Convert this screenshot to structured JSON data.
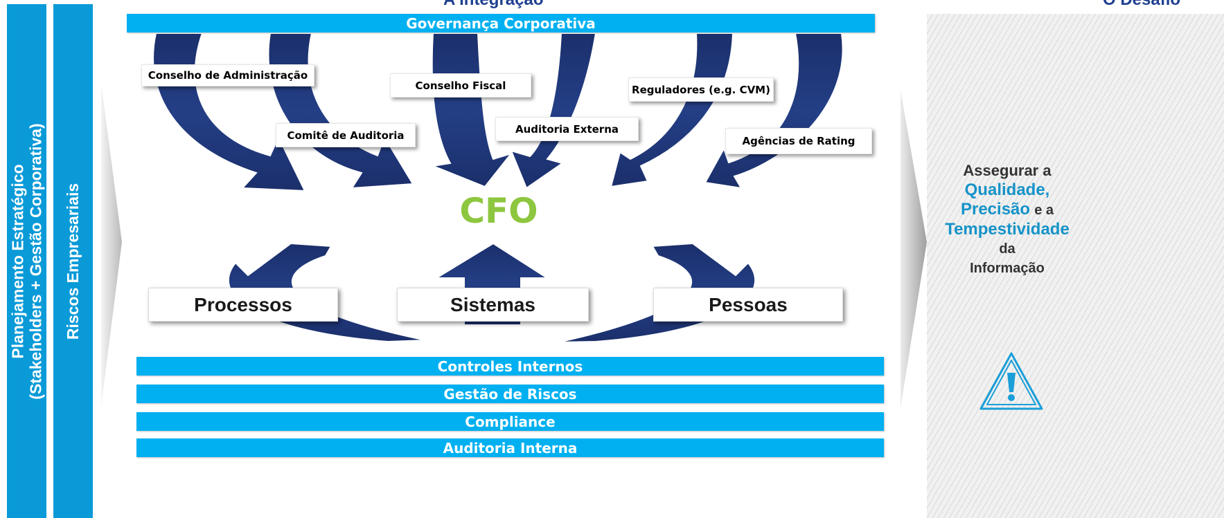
{
  "header": {
    "left_title": "A Integração",
    "right_title": "O Desafio"
  },
  "side_bars": {
    "planejamento": [
      "Planejamento Estratégico",
      "(Stakeholders + Gestão Corporativa)"
    ],
    "riscos": "Riscos Empresariais"
  },
  "top_band": "Governança Corporativa",
  "governance_boxes": [
    "Conselho de Administração",
    "Comitê de Auditoria",
    "Conselho Fiscal",
    "Auditoria Externa",
    "Reguladores (e.g. CVM)",
    "Agências de Rating"
  ],
  "center": "CFO",
  "pillars": [
    "Processos",
    "Sistemas",
    "Pessoas"
  ],
  "bottom_bands": [
    "Controles Internos",
    "Gestão de Riscos",
    "Compliance",
    "Auditoria Interna"
  ],
  "challenge": {
    "line1": "Assegurar a",
    "w1": "Qualidade,",
    "w2": "Precisão",
    "mid": "e a",
    "w3": "Tempestividade",
    "line5": "da",
    "line6": "Informação"
  },
  "icon": "warning-icon",
  "colors": {
    "band": "#00b0f0",
    "side_bar": "#0a9ad8",
    "arrow": "#1b2f6b",
    "cfo": "#8dc63f",
    "highlight": "#1693c8"
  }
}
